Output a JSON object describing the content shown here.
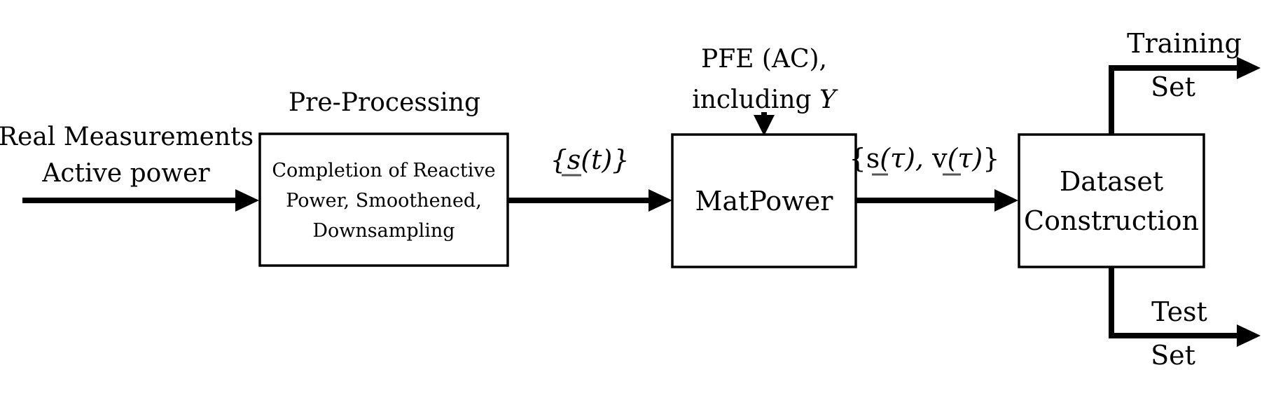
{
  "input": {
    "line1": "Real Measurements",
    "line2": "Active power"
  },
  "preprocessing": {
    "title": "Pre-Processing",
    "line1": "Completion of Reactive",
    "line2": "Power, Smoothened,",
    "line3": "Downsampling"
  },
  "signal1": {
    "open": "{",
    "var": "s",
    "arg": "(t)",
    "close": "}"
  },
  "matpower": {
    "label": "MatPower",
    "input_line1": "PFE (AC),",
    "input_line2_text": "including ",
    "input_line2_var": "Y"
  },
  "signal2": {
    "open": "{",
    "var1": "s",
    "arg1": "(τ), ",
    "var2": "v",
    "arg2": "(τ)",
    "close": "}"
  },
  "dataset": {
    "line1": "Dataset",
    "line2": "Construction"
  },
  "outputs": {
    "training_line1": "Training",
    "training_line2": "Set",
    "test_line1": "Test",
    "test_line2": "Set"
  }
}
